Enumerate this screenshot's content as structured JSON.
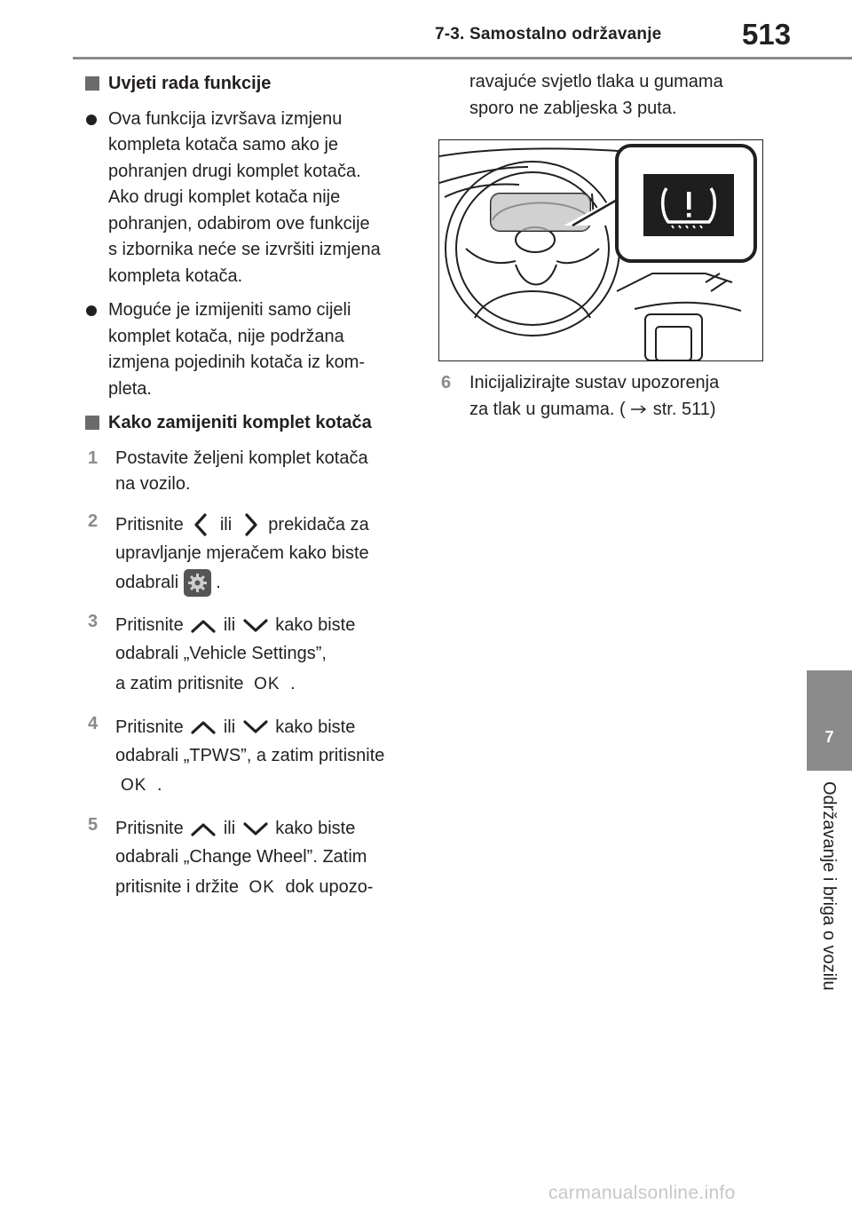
{
  "header": {
    "section": "7-3. Samostalno održavanje",
    "page_number": "513"
  },
  "side_tab": {
    "number": "7",
    "label": "Održavanje i briga o vozilu"
  },
  "left_column": {
    "heading1": "Uvjeti rada funkcije",
    "bullet1_lines": [
      "Ova funkcija izvršava izmjenu",
      "kompleta kotača samo ako je",
      "pohranjen drugi komplet kotača.",
      "Ako drugi komplet kotača nije",
      "pohranjen, odabirom ove funkcije",
      "s izbornika neće se izvršiti izmjena",
      "kompleta kotača."
    ],
    "bullet2_lines": [
      "Moguće je izmijeniti samo cijeli",
      "komplet kotača, nije podržana",
      "izmjena pojedinih kotača iz kom-",
      "pleta."
    ],
    "heading2": "Kako zamijeniti komplet kotača",
    "step1": {
      "num": "1",
      "lines": [
        "Postavite željeni komplet kotača",
        "na vozilo."
      ]
    },
    "step2": {
      "num": "2",
      "line1_a": "Pritisnite",
      "line1_or": "ili",
      "line1_b": "prekidača za",
      "line2": "upravljanje mjeračem kako biste",
      "line3_a": "odabrali",
      "line3_b": "."
    },
    "step3": {
      "num": "3",
      "line1_a": "Pritisnite",
      "line1_or": "ili",
      "line1_b": "kako biste",
      "line2": "odabrali „Vehicle Settings”,",
      "line3_a": "a zatim pritisnite",
      "ok": "OK",
      "line3_b": "."
    },
    "step4": {
      "num": "4",
      "line1_a": "Pritisnite",
      "line1_or": "ili",
      "line1_b": "kako biste",
      "line2": "odabrali „TPWS”, a zatim pritisnite",
      "ok": "OK",
      "line3_b": "."
    },
    "step5": {
      "num": "5",
      "line1_a": "Pritisnite",
      "line1_or": "ili",
      "line1_b": "kako biste",
      "line2": "odabrali „Change Wheel”. Zatim",
      "line3_a": "pritisnite i držite",
      "ok": "OK",
      "line3_b": "dok upozo-"
    }
  },
  "right_column": {
    "cont_lines": [
      "ravajuće svjetlo tlaka u gumama",
      "sporo ne zabljeska 3 puta."
    ],
    "step6": {
      "num": "6",
      "line1": "Inicijalizirajte sustav upozorenja",
      "line2_a": "za tlak u gumama. (",
      "line2_ref": "str. 511)"
    }
  },
  "watermark": "carmanualsonline.info",
  "colors": {
    "tab_gray": "#8b8b8b",
    "heading_square": "#6b6b6b",
    "step_number": "#8a8a8a"
  }
}
